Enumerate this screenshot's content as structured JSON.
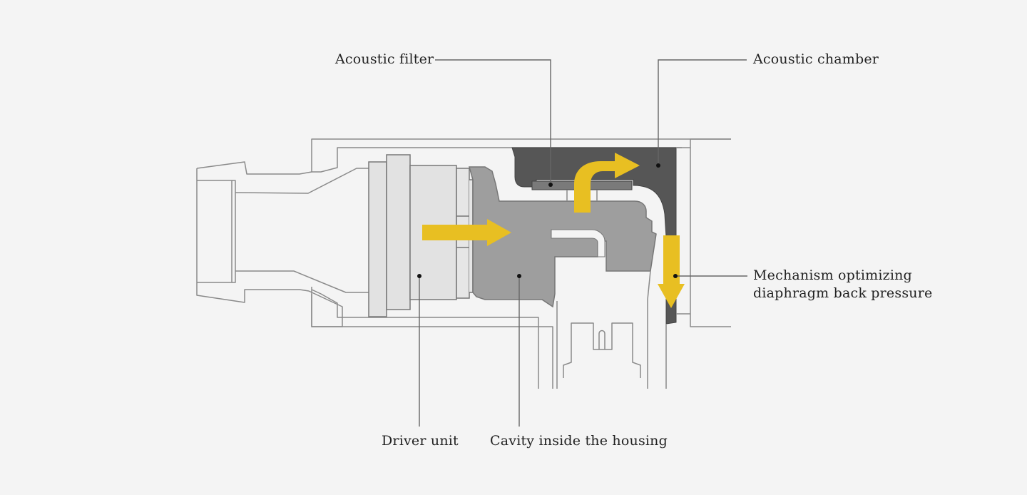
{
  "diagram": {
    "title": "Earphone acoustic structure cross-section",
    "labels": {
      "acoustic_filter": "Acoustic filter",
      "acoustic_chamber": "Acoustic chamber",
      "mechanism_line1": "Mechanism optimizing",
      "mechanism_line2": "diaphragm back pressure",
      "driver_unit": "Driver unit",
      "cavity": "Cavity inside the housing"
    },
    "colors": {
      "background": "#f4f4f4",
      "outline": "#8a8a8a",
      "driver_fill": "#e2e2e2",
      "cavity_fill": "#9e9e9e",
      "chamber_fill": "#565656",
      "filter_fill": "#7a7a7a",
      "arrow_fill": "#e8bf22",
      "leader": "#666666"
    },
    "arrows": [
      {
        "name": "airflow-right-arrow",
        "direction": "right"
      },
      {
        "name": "airflow-curved-arrow",
        "direction": "up-then-right"
      },
      {
        "name": "airflow-down-arrow",
        "direction": "down"
      }
    ]
  }
}
